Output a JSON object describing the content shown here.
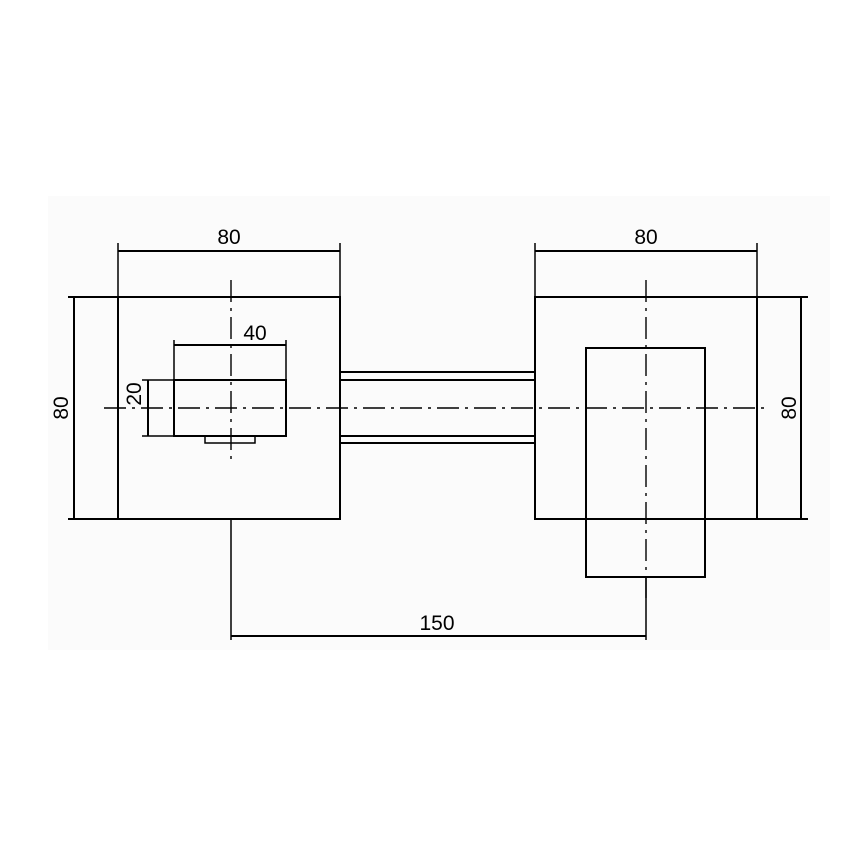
{
  "dimensions": {
    "left_block_width": "80",
    "right_block_width": "80",
    "left_block_height": "80",
    "right_block_height": "80",
    "slot_width": "40",
    "slot_height": "20",
    "center_distance": "150"
  }
}
